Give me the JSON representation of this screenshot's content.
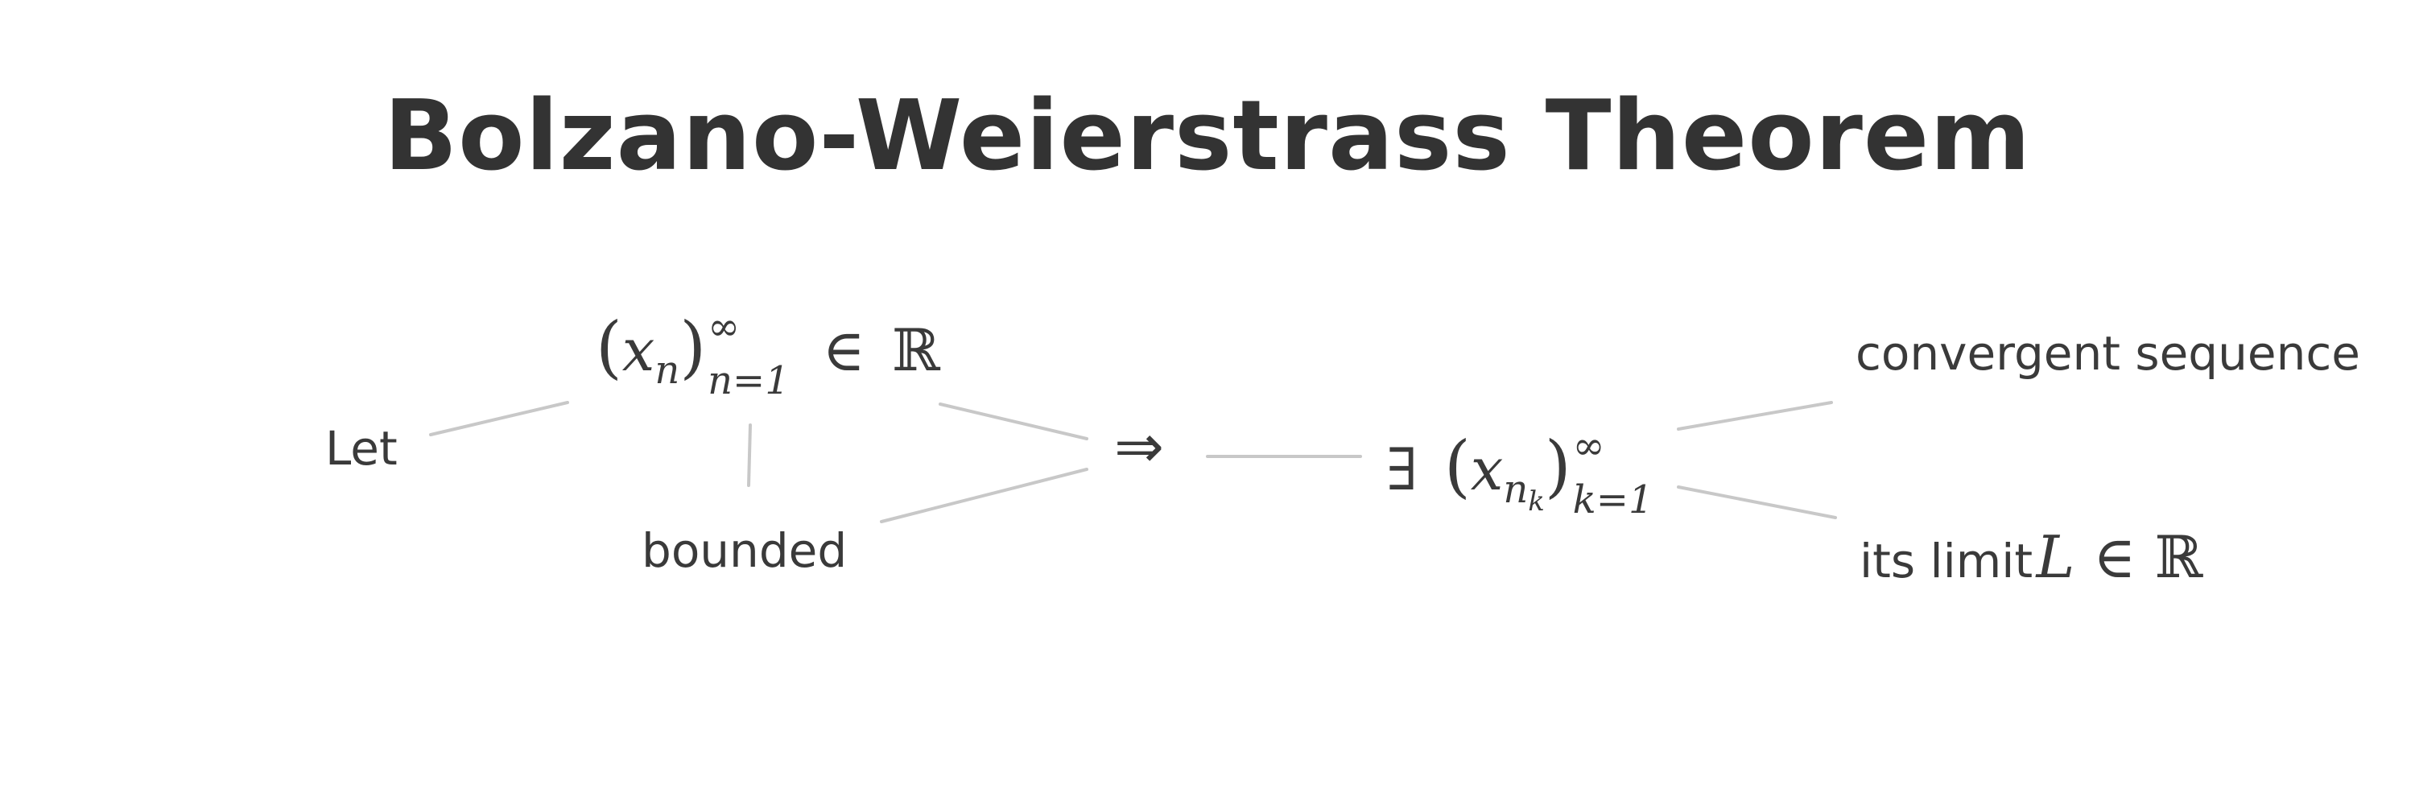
{
  "title": "Bolzano-Weierstrass Theorem",
  "nodes": {
    "let": "Let",
    "bounded": "bounded",
    "implies": "⇒",
    "convergent": "convergent sequence",
    "its_limit_prefix": "its limit"
  },
  "sequence": {
    "open": "(",
    "var": "x",
    "sub": "n",
    "close": ")",
    "sup": "∞",
    "lower": "n=1",
    "member": "∈",
    "set": "ℝ"
  },
  "subsequence": {
    "exists": "∃",
    "open": "(",
    "var": "x",
    "sub": "n",
    "subsub": "k",
    "close": ")",
    "sup": "∞",
    "lower": "k=1"
  },
  "limit": {
    "var": "L",
    "member": "∈",
    "set": "ℝ"
  },
  "colors": {
    "text": "#333333",
    "connector": "#c8c8c8",
    "background": "#ffffff"
  }
}
